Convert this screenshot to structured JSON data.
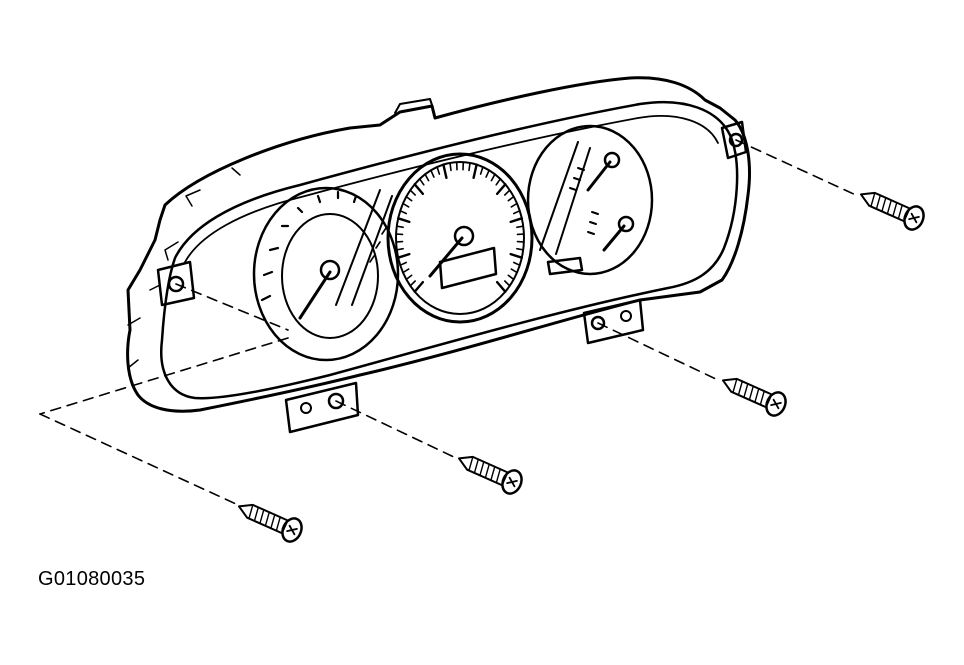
{
  "figure": {
    "caption": "G01080035",
    "colors": {
      "ink": "#000000",
      "paper": "#ffffff"
    }
  },
  "parts": {
    "cluster": "instrument-cluster",
    "screws": [
      "screw-left-mount",
      "screw-bottom-left-tab",
      "screw-bottom-right-tab",
      "screw-right-mount"
    ]
  }
}
